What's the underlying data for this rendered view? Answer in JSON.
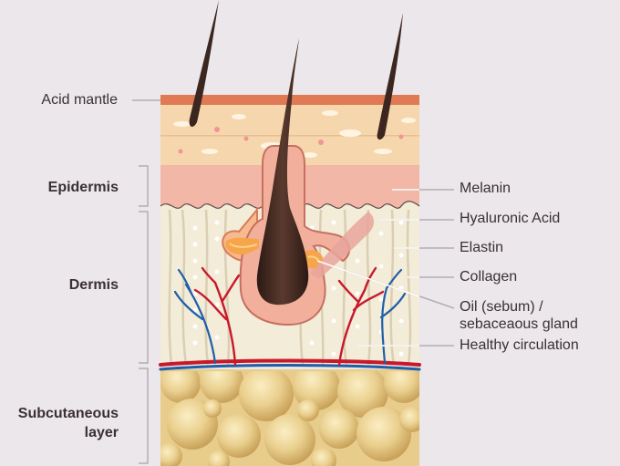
{
  "diagram": {
    "left_labels": {
      "acid_mantle": "Acid mantle",
      "epidermis": "Epidermis",
      "dermis": "Dermis",
      "subcutaneous_line1": "Subcutaneous",
      "subcutaneous_line2": "layer"
    },
    "right_labels": {
      "melanin": "Melanin",
      "hyaluronic_acid": "Hyaluronic Acid",
      "elastin": "Elastin",
      "collagen": "Collagen",
      "oil_line1": "Oil (sebum) /",
      "oil_line2": "sebaceaous gland",
      "healthy_circulation": "Healthy circulation"
    },
    "colors": {
      "background": "#ebe7ea",
      "acid_mantle": "#e07a55",
      "stratum_corneum": "#f6d6ad",
      "epidermis": "#f2b7a7",
      "dermis": "#f3ecd8",
      "subcutaneous": "#e8c98a",
      "hair": "#3b2620",
      "sebaceous_gland": "#f6a54a",
      "artery": "#c8192c",
      "vein": "#1e5fa8",
      "text": "#3a3036"
    }
  }
}
